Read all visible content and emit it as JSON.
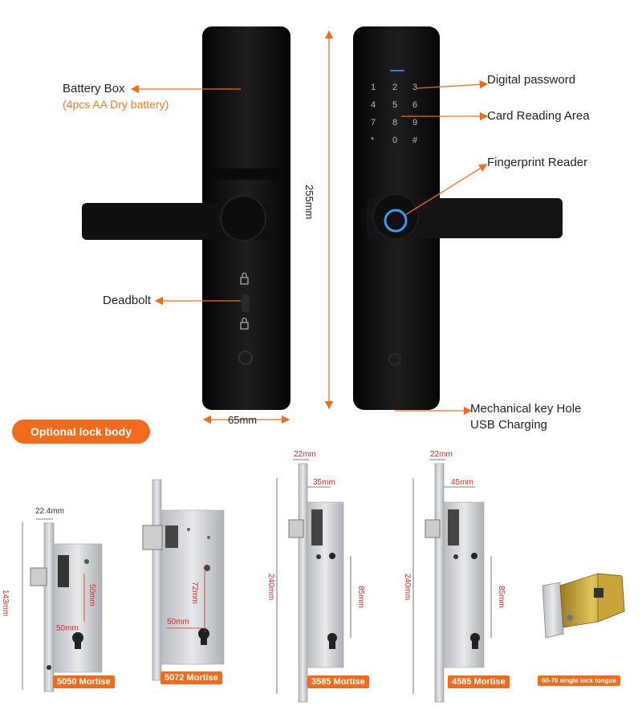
{
  "callouts": {
    "battery_box": "Battery Box",
    "battery_note": "(4pcs AA Dry battery)",
    "deadbolt": "Deadbolt",
    "digital_password": "Digital password",
    "card_reading_area": "Card Reading Area",
    "fingerprint_reader": "Fingerprint Reader",
    "mechanical_key_hole": "Mechanical key Hole",
    "usb_charging": "USB Charging"
  },
  "dimensions": {
    "height": "255mm",
    "width": "65mm"
  },
  "keypad": [
    "1",
    "2",
    "3",
    "4",
    "5",
    "6",
    "7",
    "8",
    "9",
    "*",
    "0",
    "#"
  ],
  "section_title": "Optional lock body",
  "lock_bodies": [
    {
      "tag": "5050 Mortise",
      "dims": [
        "22.4mm",
        "143mm",
        "50mm",
        "50mm"
      ]
    },
    {
      "tag": "5072 Mortise",
      "dims": [
        "72mm",
        "50mm"
      ]
    },
    {
      "tag": "3585 Mortise",
      "dims": [
        "22mm",
        "35mm",
        "240mm",
        "85mm"
      ]
    },
    {
      "tag": "4585 Mortise",
      "dims": [
        "22mm",
        "45mm",
        "240mm",
        "85mm"
      ]
    },
    {
      "tag": "60-70 single lock tongue",
      "dims": []
    }
  ],
  "colors": {
    "accent": "#f26b1d",
    "dimension_red": "#d62828",
    "lock_black": "#121212"
  }
}
